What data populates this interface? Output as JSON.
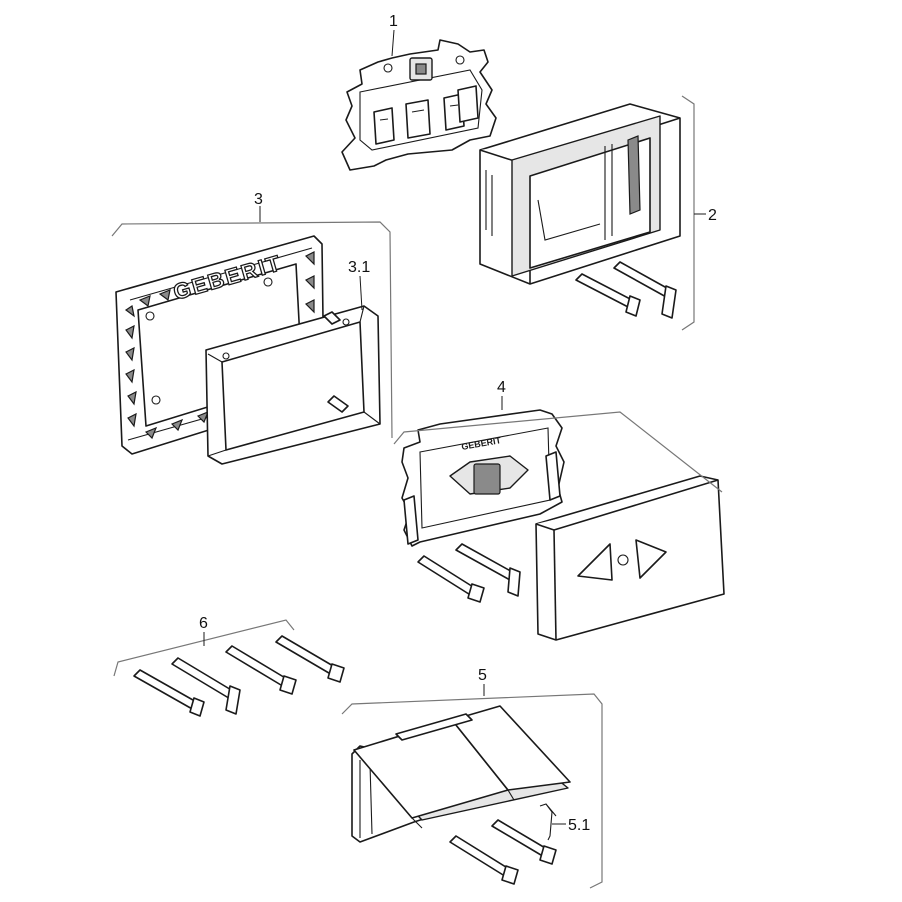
{
  "labels": {
    "part_1": "1",
    "part_2": "2",
    "part_3": "3",
    "part_3_1": "3.1",
    "part_4": "4",
    "part_5": "5",
    "part_5_1": "5.1",
    "part_6": "6"
  },
  "brand": {
    "frame_logo": "GEBERIT",
    "plate_logo": "GEBERIT"
  },
  "colors": {
    "line": "#1a1a1a",
    "bracket": "#777777",
    "fill": "#ffffff",
    "shade": "#e6e6e6"
  }
}
